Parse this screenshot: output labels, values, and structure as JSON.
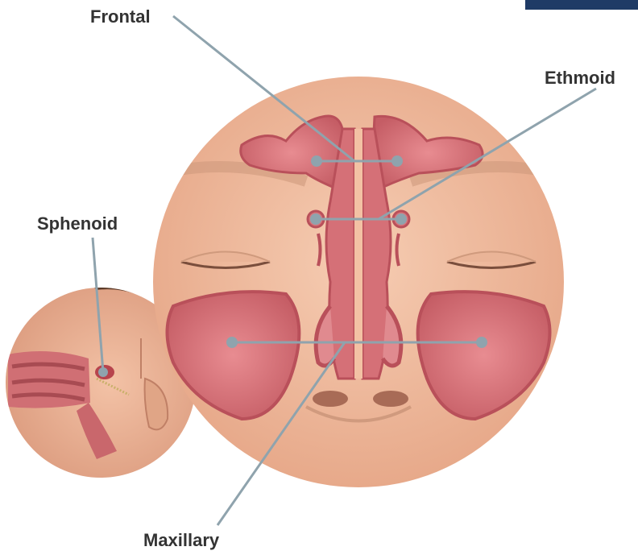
{
  "labels": {
    "frontal": "Frontal",
    "ethmoid": "Ethmoid",
    "sphenoid": "Sphenoid",
    "maxillary": "Maxillary"
  },
  "colors": {
    "skin": "#f3c1a4",
    "sinus": "#d8757b",
    "sinus_dark": "#b9505a",
    "leader_line": "#8fa3ad",
    "label_text": "#333333",
    "corner_bar": "#1f3b66"
  }
}
